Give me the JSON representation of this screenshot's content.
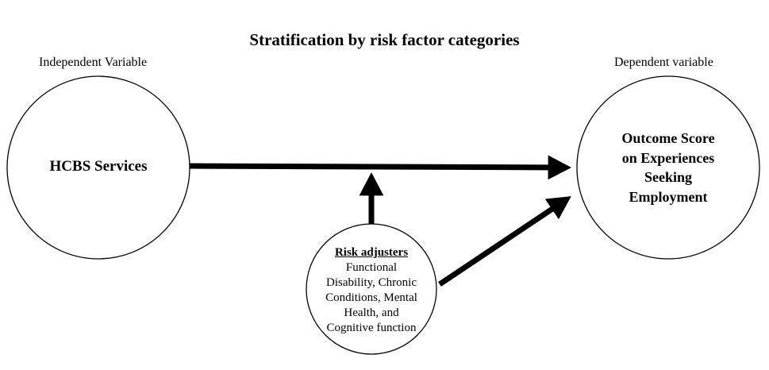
{
  "title": "Stratification by risk factor categories",
  "independent": {
    "label": "Independent Variable",
    "circle_text": "HCBS Services"
  },
  "dependent": {
    "label": "Dependent variable",
    "circle_lines": [
      "Outcome Score",
      "on Experiences",
      "Seeking",
      "Employment"
    ]
  },
  "risk": {
    "title": "Risk adjusters",
    "lines": [
      "Functional",
      "Disability, Chronic",
      "Conditions, Mental",
      "Health, and",
      "Cognitive function"
    ]
  },
  "colors": {
    "stroke": "#000000",
    "fill": "#ffffff"
  }
}
